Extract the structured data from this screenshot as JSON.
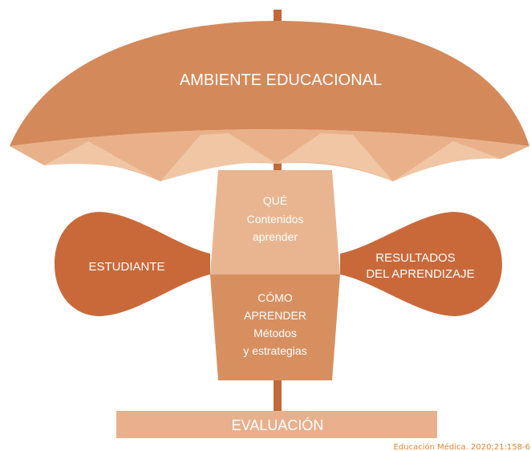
{
  "colors": {
    "canopy": "#d4895a",
    "canopy_underside": "#e9b18a",
    "canopy_underside_light": "#f0c6a4",
    "pole": "#c1693a",
    "que_box": "#e8b590",
    "como_box": "#d88f60",
    "lobe": "#c9693a",
    "base_bar": "#e8b08c",
    "citation": "#d98538"
  },
  "umbrella": {
    "title": "AMBIENTE EDUCACIONAL"
  },
  "que": {
    "line1": "QUÉ",
    "line2": "Contenidos",
    "line3": "aprender"
  },
  "como": {
    "line1": "CÓMO",
    "line2": "APRENDER",
    "line3": "Métodos",
    "line4": "y estrategias"
  },
  "left_lobe": {
    "label": "ESTUDIANTE"
  },
  "right_lobe": {
    "line1": "RESULTADOS",
    "line2": "DEL APRENDIZAJE"
  },
  "base": {
    "label": "EVALUACIÓN"
  },
  "citation": "Educación Médica. 2020;21:158-6"
}
